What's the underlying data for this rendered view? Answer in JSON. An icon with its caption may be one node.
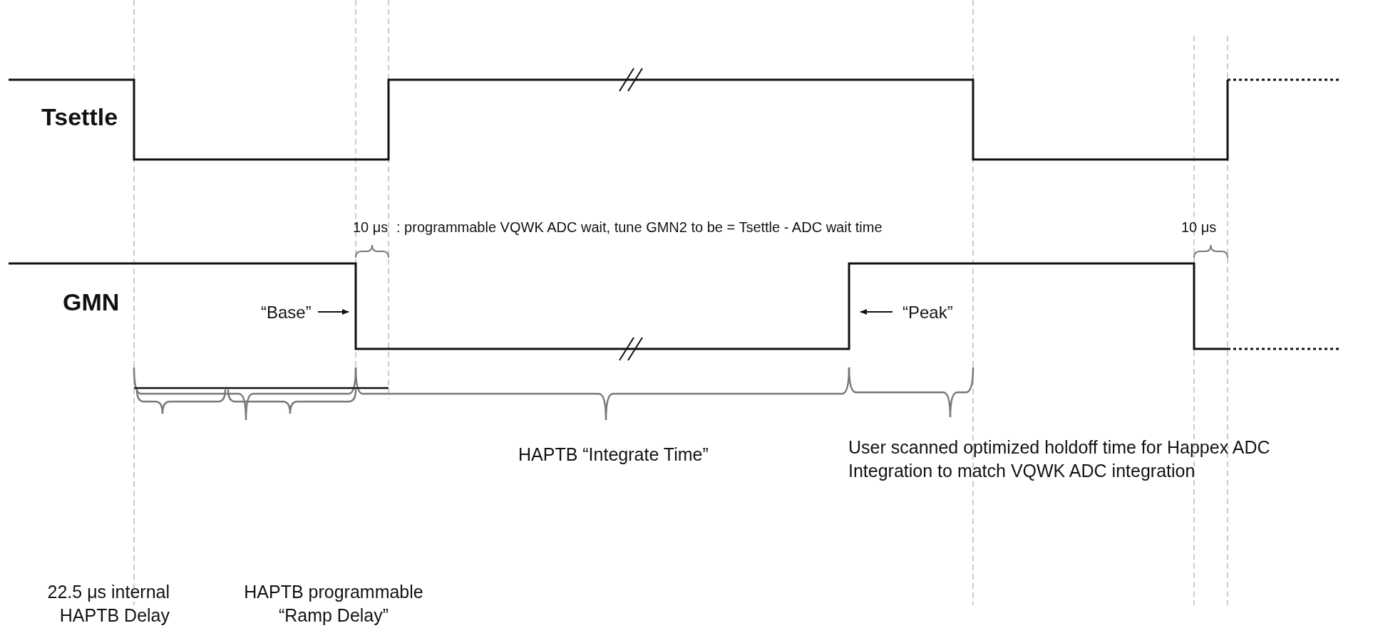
{
  "diagram": {
    "labels": [
      "Tsettle",
      "GMN",
      "10 μs",
      ": programmable VQWK ADC wait, tune GMN2 to be = Tsettle - ADC wait time",
      "10 μs",
      "“Base”",
      "“Peak”",
      "HAPTB “Integrate Time”",
      "User scanned optimized holdoff time for Happex ADC Integration to match VQWK ADC integration",
      "22.5 μs internal HAPTB Delay",
      "HAPTB programmable “Ramp Delay”"
    ]
  }
}
